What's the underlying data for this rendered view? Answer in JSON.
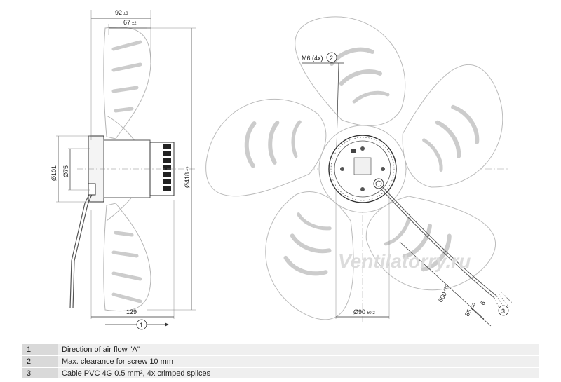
{
  "dimensions": {
    "width_total": "92",
    "width_total_tol": "±3",
    "width_blade": "67",
    "width_blade_tol": "±2",
    "dia_fan": "Ø418",
    "dia_fan_tol": "±2",
    "dia_101": "Ø101",
    "dia_75": "Ø75",
    "depth": "129",
    "screw": "M6 (4x)",
    "dia_90": "Ø90",
    "dia_90_tol": "±0.2",
    "cable_length": "600",
    "cable_length_tol": "+20",
    "strip_85": "85",
    "strip_85_tol": "±10",
    "strip_6": "6"
  },
  "callouts": {
    "c1": "1",
    "c2": "2",
    "c3": "3"
  },
  "watermark": "Ventilatorry.ru",
  "legend": [
    {
      "num": "1",
      "text": "Direction of air flow \"A\""
    },
    {
      "num": "2",
      "text": "Max. clearance for screw 10 mm"
    },
    {
      "num": "3",
      "text": "Cable PVC 4G 0.5 mm², 4x crimped splices"
    }
  ]
}
